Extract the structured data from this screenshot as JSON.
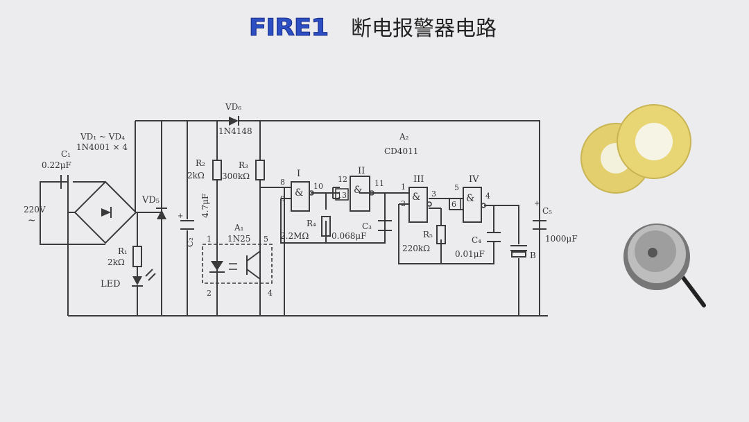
{
  "header": {
    "brand": "FIRE1",
    "title": "断电报警器电路"
  },
  "diagram": {
    "c1": {
      "name": "C₁",
      "value": "0.22μF"
    },
    "ac": {
      "voltage": "220V",
      "symbol": "~"
    },
    "bridge": {
      "name": "VD₁ ~ VD₄",
      "part": "1N4001 × 4"
    },
    "vd5": "VD₅",
    "vd6": {
      "name": "VD₆",
      "part": "1N4148"
    },
    "r1": {
      "name": "R₁",
      "value": "2kΩ"
    },
    "led": "LED",
    "c2": {
      "name": "C₂",
      "value": "4.7μF",
      "pol": "+"
    },
    "r2": {
      "name": "R₂",
      "value": "2kΩ"
    },
    "r3": {
      "name": "R₃",
      "value": "300kΩ"
    },
    "opto": {
      "name": "A₁",
      "part": "1N25",
      "pins": [
        "1",
        "2",
        "5",
        "4"
      ]
    },
    "ic": {
      "name": "A₂",
      "part": "CD4011"
    },
    "gates": [
      "I",
      "II",
      "III",
      "IV"
    ],
    "gate_symbol": "&",
    "pins": [
      "8",
      "9",
      "10",
      "12",
      "13",
      "11",
      "1",
      "2",
      "3",
      "5",
      "6",
      "4"
    ],
    "r4": {
      "name": "R₄",
      "value": "2.2MΩ"
    },
    "c3": {
      "name": "C₃",
      "value": "0.068μF"
    },
    "r5": {
      "name": "R₅",
      "value": "220kΩ"
    },
    "c4": {
      "name": "C₄",
      "value": "0.01μF"
    },
    "c5": {
      "name": "C₅",
      "value": "1000μF",
      "pol": "+"
    },
    "buzzer": "B"
  },
  "colors": {
    "background": "#ececee",
    "brand": "#2d4fc4",
    "wire": "#3a3a3a",
    "piezo_gold": "#e3cf6d"
  }
}
